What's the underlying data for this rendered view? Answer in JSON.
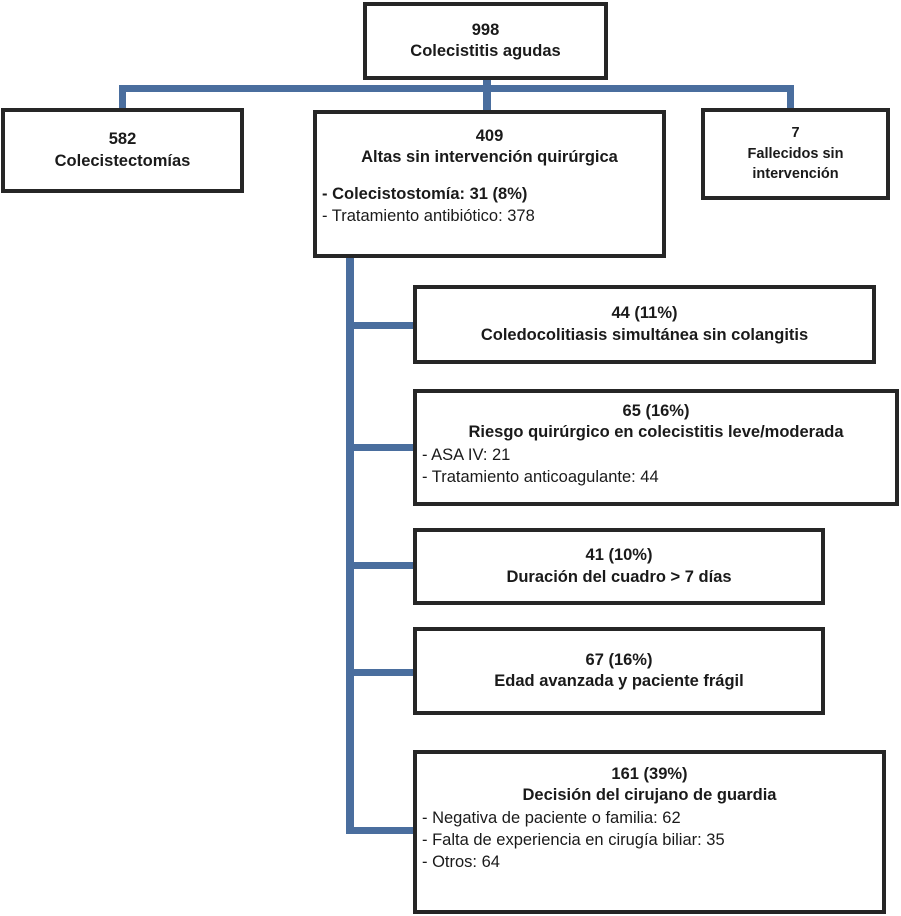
{
  "figure": {
    "type": "flowchart",
    "language": "es",
    "colors": {
      "connector": "#4a6e9e",
      "box_border": "#262626",
      "text": "#1a1a1a",
      "background": "#ffffff"
    }
  },
  "root": {
    "count": "998",
    "label": "Colecistitis agudas"
  },
  "level2": {
    "cholecystectomies": {
      "count": "582",
      "label": "Colecistectomías"
    },
    "discharged": {
      "count": "409",
      "label": "Altas sin intervención quirúrgica",
      "details": [
        {
          "text": "- Colecistostomía: 31 (8%)",
          "bold": true
        },
        {
          "text": "- Tratamiento antibiótico: 378",
          "bold": false
        }
      ]
    },
    "deaths": {
      "count": "7",
      "label_line1": "Fallecidos sin",
      "label_line2": "intervención"
    }
  },
  "reasons": [
    {
      "count": "44 (11%)",
      "label": "Coledocolitiasis simultánea sin colangitis",
      "details": []
    },
    {
      "count": "65 (16%)",
      "label": "Riesgo quirúrgico en colecistitis leve/moderada",
      "details": [
        {
          "text": "- ASA IV: 21",
          "bold": false
        },
        {
          "text": "- Tratamiento anticoagulante: 44",
          "bold": false
        }
      ]
    },
    {
      "count": "41 (10%)",
      "label": "Duración del cuadro > 7 días",
      "details": []
    },
    {
      "count": "67 (16%)",
      "label": "Edad avanzada y paciente frágil",
      "details": []
    },
    {
      "count": "161 (39%)",
      "label": "Decisión del cirujano de guardia",
      "details": [
        {
          "text": "- Negativa de paciente o familia: 62",
          "bold": false
        },
        {
          "text": "- Falta de experiencia en cirugía biliar: 35",
          "bold": false
        },
        {
          "text": "- Otros: 64",
          "bold": false
        }
      ]
    }
  ]
}
